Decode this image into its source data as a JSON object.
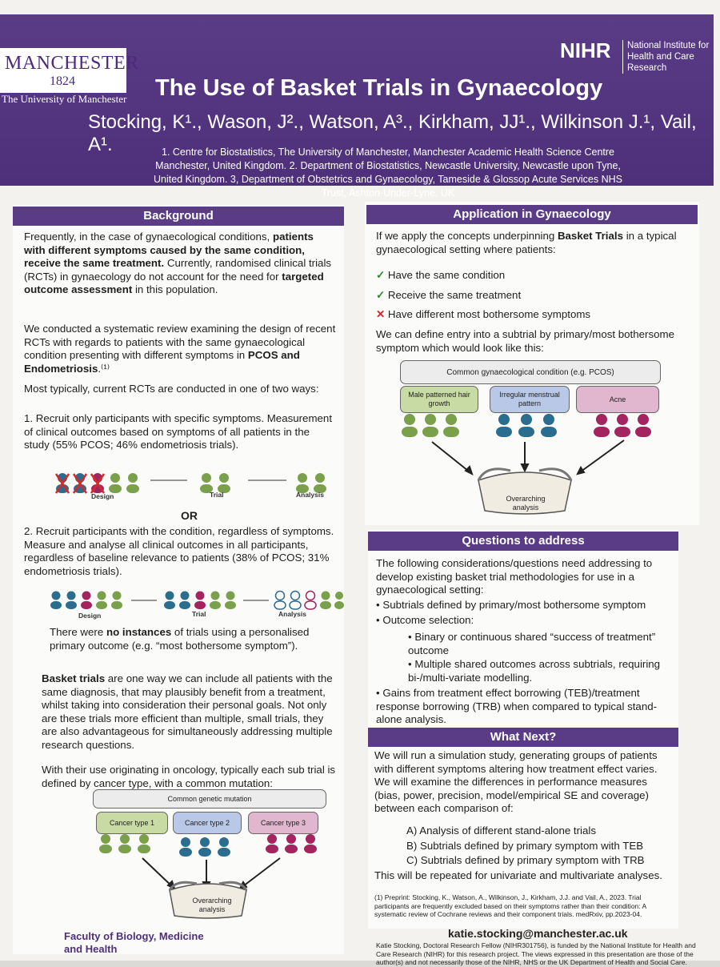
{
  "header": {
    "logo_main": "MANCHESTER",
    "logo_year": "1824",
    "logo_sub": "The University of Manchester",
    "nihr": "NIHR",
    "nihr_sub": "National Institute for Health and Care Research",
    "title": "The Use of Basket Trials in Gynaecology",
    "authors": "Stocking, K¹., Wason, J²., Watson, A³., Kirkham, JJ¹., Wilkinson J.¹, Vail, A¹.",
    "affiliations": "1. Centre for Biostatistics, The University of Manchester, Manchester Academic Health Science Centre Manchester, United Kingdom. 2. Department of Biostatistics, Newcastle University, Newcastle upon Tyne, United Kingdom. 3, Department of Obstetrics and Gynaecology, Tameside & Glossop Acute Services NHS Trust, Ashton-Under-Lyne, UK"
  },
  "background": {
    "heading": "Background",
    "p1_a": "Frequently, in the case of gynaecological conditions, ",
    "p1_b": "patients with different symptoms caused by the same condition, receive the same treatment.",
    "p1_c": " Currently, randomised clinical trials (RCTs) in gynaecology do not account for the need for ",
    "p1_d": "targeted outcome assessment",
    "p1_e": " in this population.",
    "p2_a": "We conducted a systematic review examining the design of recent RCTs with regards to patients with the same gynaecological condition presenting with different symptoms in ",
    "p2_b": "PCOS and Endometriosis",
    "p2_c": ".⁽¹⁾",
    "p3": "Most typically, current RCTs are conducted in one of two ways:",
    "p4": "1. Recruit only participants with specific symptoms. Measurement of clinical outcomes based on symptoms of all patients in the study (55% PCOS; 46% endometriosis trials).",
    "flow_design": "Design",
    "flow_trial": "Trial",
    "flow_analysis": "Analysis",
    "or": "OR",
    "p5": "2. Recruit participants with the condition, regardless of symptoms. Measure and analyse all clinical outcomes in all participants, regardless of baseline relevance to patients (38% of PCOS; 31% endometriosis trials).",
    "p6_a": "There were ",
    "p6_b": "no instances",
    "p6_c": " of trials using a personalised primary outcome (e.g. “most bothersome symptom”).",
    "p7_a": "Basket trials",
    "p7_b": " are one way we can include all patients with the same diagnosis, that may plausibly benefit from a treatment, whilst taking into consideration their personal goals. Not only are these trials more efficient than multiple, small trials, they are also advantageous for simultaneously addressing multiple research questions.",
    "p8": "With their use originating in oncology, typically each sub trial is defined by cancer type, with a common mutation:",
    "diag_top": "Common genetic mutation",
    "diag_c1": "Cancer type 1",
    "diag_c2": "Cancer type 2",
    "diag_c3": "Cancer type 3",
    "diag_basket": "Overarching analysis"
  },
  "application": {
    "heading": "Application in Gynaecology",
    "p1_a": "If we apply the concepts underpinning ",
    "p1_b": "Basket Trials",
    "p1_c": " in a typical gynaecological setting where patients:",
    "b1": "Have the same condition",
    "b2": "Receive the same treatment",
    "b3": "Have different most bothersome symptoms",
    "p2": "We can define entry into a subtrial by primary/most bothersome symptom which would look like this:",
    "diag_top": "Common gynaecological condition (e.g. PCOS)",
    "diag_c1": "Male patterned hair growth",
    "diag_c2": "Irregular menstrual pattern",
    "diag_c3": "Acne",
    "diag_basket": "Overarching analysis"
  },
  "questions": {
    "heading": "Questions to address",
    "intro": "The following considerations/questions need addressing to develop existing basket trial methodologies for use in a gynaecological setting:",
    "b1": "Subtrials defined by primary/most bothersome symptom",
    "b2": "Outcome selection:",
    "s1": "Binary or continuous shared “success of treatment” outcome",
    "s2": "Multiple shared outcomes across subtrials, requiring bi-/multi-variate modelling.",
    "b3": "Gains from treatment effect borrowing (TEB)/treatment response borrowing (TRB) when compared to typical stand-alone analysis."
  },
  "next": {
    "heading": "What Next?",
    "p1": "We will run a simulation study, generating groups of patients with different symptoms altering how treatment effect varies. We will examine the differences in performance measures (bias, power, precision, model/empirical SE and coverage) between each comparison of:",
    "a": "A) Analysis of different stand-alone trials",
    "b": "B) Subtrials defined by primary symptom with TEB",
    "c": "C) Subtrials defined by primary symptom with TRB",
    "p2": "This will be repeated for univariate and multivariate analyses.",
    "ref": "(1) Preprint: Stocking, K., Watson, A., Wilkinson, J., Kirkham, J.J. and Vail, A., 2023. Trial participants are frequently excluded based on their symptoms rather than their condition: A systematic review of Cochrane reviews and their component trials. medRxiv, pp.2023-04."
  },
  "footer": {
    "faculty": "Faculty of Biology, Medicine and Health",
    "email": "katie.stocking@manchester.ac.uk",
    "funding": "Katie Stocking, Doctoral Research Fellow (NIHR301756), is funded by the National Institute for Health and Care Research (NIHR) for this research project. The views expressed in this presentation are those of the author(s) and not necessarily those of the NIHR, NHS or the UK Department of Health and Social Care."
  }
}
